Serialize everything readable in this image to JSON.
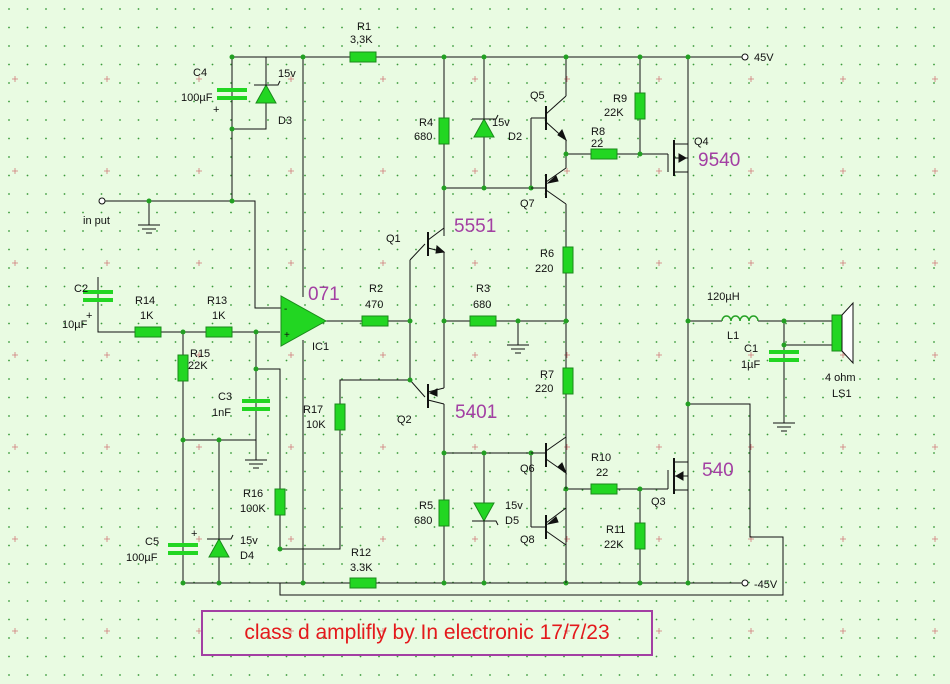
{
  "colors": {
    "background": "#e9fbe2",
    "wire": "#111111",
    "component": "#22d622",
    "part_number": "#a33fa3",
    "grid_dot": "#c99a9a",
    "caption_text": "#e4191c",
    "caption_border": "#a33fa3"
  },
  "rails": {
    "positive": "45V",
    "negative": "-45V"
  },
  "input_label": "in put",
  "caption": "class d amplifly by In electronic 17/7/23",
  "part_numbers": {
    "ic": "071",
    "q1": "5551",
    "q2": "5401",
    "q4": "9540",
    "q3": "540"
  },
  "components": {
    "r1": {
      "ref": "R1",
      "value": "3,3K"
    },
    "r2": {
      "ref": "R2",
      "value": "470"
    },
    "r3": {
      "ref": "R3",
      "value": "680"
    },
    "r4": {
      "ref": "R4",
      "value": "680"
    },
    "r5": {
      "ref": "R5",
      "value": "680"
    },
    "r6": {
      "ref": "R6",
      "value": "220"
    },
    "r7": {
      "ref": "R7",
      "value": "220"
    },
    "r8": {
      "ref": "R8",
      "value": "22"
    },
    "r9": {
      "ref": "R9",
      "value": "22K"
    },
    "r10": {
      "ref": "R10",
      "value": "22"
    },
    "r11": {
      "ref": "R11",
      "value": "22K"
    },
    "r12": {
      "ref": "R12",
      "value": "3.3K"
    },
    "r13": {
      "ref": "R13",
      "value": "1K"
    },
    "r14": {
      "ref": "R14",
      "value": "1K"
    },
    "r15": {
      "ref": "R15",
      "value": "22K"
    },
    "r16": {
      "ref": "R16",
      "value": "100K"
    },
    "r17": {
      "ref": "R17",
      "value": "10K"
    },
    "c1": {
      "ref": "C1",
      "value": "1µF"
    },
    "c2": {
      "ref": "C2",
      "value": "10µF"
    },
    "c3": {
      "ref": "C3",
      "value": "1nF"
    },
    "c4": {
      "ref": "C4",
      "value": "100µF"
    },
    "c5": {
      "ref": "C5",
      "value": "100µF"
    },
    "d2": {
      "ref": "D2",
      "value": "15v"
    },
    "d3": {
      "ref": "D3",
      "value": "15v"
    },
    "d4": {
      "ref": "D4",
      "value": "15v"
    },
    "d5": {
      "ref": "D5",
      "value": "15v"
    },
    "l1": {
      "ref": "L1",
      "value": "120µH"
    },
    "ls1": {
      "ref": "LS1",
      "value": "4 ohm"
    },
    "ic1": {
      "ref": "IC1"
    },
    "q1": {
      "ref": "Q1"
    },
    "q2": {
      "ref": "Q2"
    },
    "q3": {
      "ref": "Q3"
    },
    "q4": {
      "ref": "Q4"
    },
    "q5": {
      "ref": "Q5"
    },
    "q6": {
      "ref": "Q6"
    },
    "q7": {
      "ref": "Q7"
    },
    "q8": {
      "ref": "Q8"
    }
  }
}
